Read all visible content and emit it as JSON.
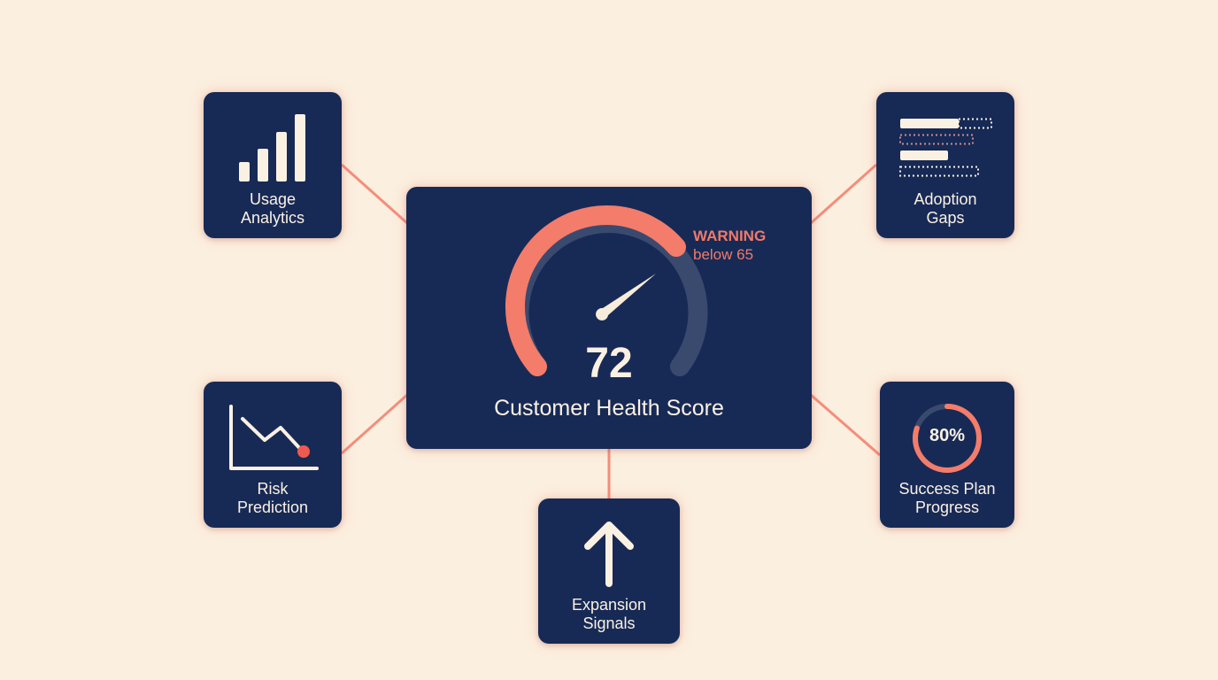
{
  "diagram": {
    "center": {
      "title": "Customer Health Score",
      "score": "72",
      "warning_label": "WARNING",
      "warning_detail": "below 65",
      "threshold": 65
    },
    "nodes": [
      {
        "id": "usage",
        "line1": "Usage",
        "line2": "Analytics",
        "icon": "bar-chart-icon"
      },
      {
        "id": "adoption",
        "line1": "Adoption",
        "line2": "Gaps",
        "icon": "progress-bars-icon"
      },
      {
        "id": "risk",
        "line1": "Risk",
        "line2": "Prediction",
        "icon": "declining-line-chart-icon"
      },
      {
        "id": "success",
        "line1": "Success Plan",
        "line2": "Progress",
        "icon": "progress-ring-icon",
        "value": "80%"
      },
      {
        "id": "expansion",
        "line1": "Expansion",
        "line2": "Signals",
        "icon": "up-arrow-icon"
      }
    ],
    "colors": {
      "background": "#fbefdf",
      "card": "#172a56",
      "accent": "#f47c6a",
      "text": "#fbf1e3",
      "track": "#3a4a6e"
    }
  }
}
